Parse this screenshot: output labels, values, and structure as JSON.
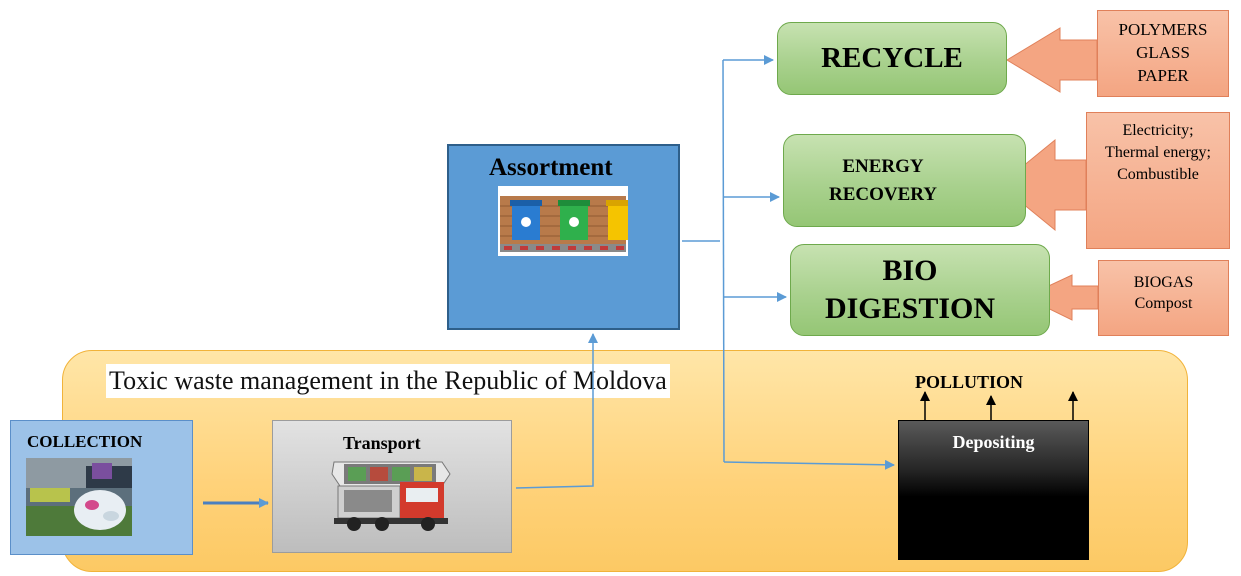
{
  "region": {
    "title": "Toxic waste management in the Republic of Moldova"
  },
  "nodes": {
    "collection": "COLLECTION",
    "transport": "Transport",
    "assortment": "Assortment",
    "recycle": "RECYCLE",
    "energy_recovery": [
      "ENERGY",
      "RECOVERY"
    ],
    "bio_digestion": [
      "BIO",
      "DIGESTION"
    ],
    "depositing": "Depositing",
    "pollution": "POLLUTION"
  },
  "outputs": {
    "recycle": [
      "POLYMERS",
      "GLASS",
      "PAPER"
    ],
    "energy_recovery": [
      "Electricity;",
      "Thermal energy;",
      "Combustible"
    ],
    "bio_digestion": [
      "BIOGAS",
      "Compost"
    ]
  },
  "colors": {
    "region_fill": "#ffd27a",
    "collection_fill": "#9cc2e8",
    "assortment_fill": "#5b9bd5",
    "green_fill": "#a9d18e",
    "salmon_fill": "#f4a582",
    "connector_blue": "#5b9bd5",
    "depositing_fill": "#000000"
  }
}
